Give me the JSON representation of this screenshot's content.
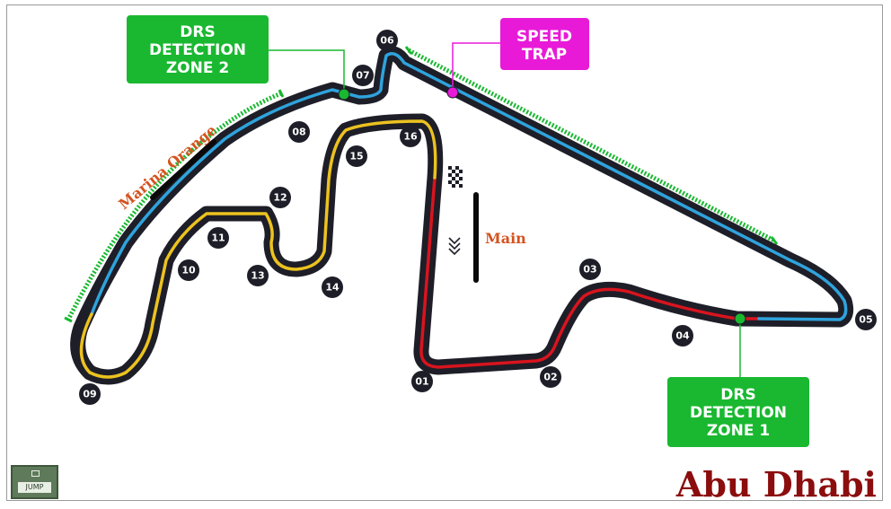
{
  "map": {
    "title": "Abu Dhabi",
    "colors": {
      "track_outer": "#1e1e28",
      "sector_red": "#d8141e",
      "sector_blue": "#2fa3dc",
      "sector_yellow": "#ecc21f",
      "drs_green": "#19b830",
      "speed_trap": "#e81ad8",
      "stand_text": "#d4531f",
      "title_color": "#8b0d0d"
    },
    "boxes": {
      "drs2": [
        "DRS",
        "DETECTION",
        "ZONE 2"
      ],
      "speed_trap": [
        "SPEED",
        "TRAP"
      ],
      "drs1": [
        "DRS",
        "DETECTION",
        "ZONE 1"
      ]
    },
    "turns": [
      "01",
      "02",
      "03",
      "04",
      "05",
      "06",
      "07",
      "08",
      "09",
      "10",
      "11",
      "12",
      "13",
      "14",
      "15",
      "16"
    ],
    "stands": {
      "marina": "Marina Orange",
      "main": "Main"
    },
    "jump_button": "JUMP"
  }
}
